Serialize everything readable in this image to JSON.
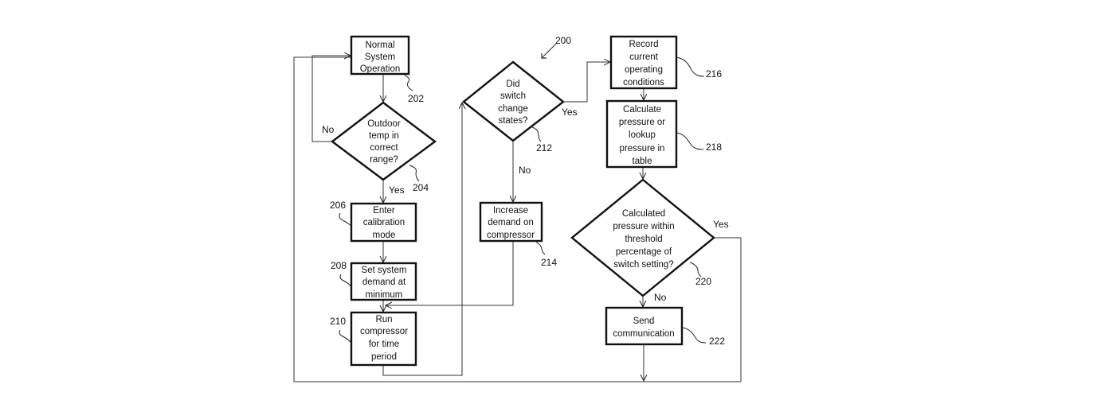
{
  "figure": {
    "number": "200",
    "nodes": [
      {
        "id": "202",
        "type": "process",
        "lines": [
          "Normal",
          "System",
          "Operation"
        ]
      },
      {
        "id": "204",
        "type": "decision",
        "lines": [
          "Outdoor",
          "temp in",
          "correct",
          "range?"
        ]
      },
      {
        "id": "206",
        "type": "process",
        "lines": [
          "Enter",
          "calibration",
          "mode"
        ]
      },
      {
        "id": "208",
        "type": "process",
        "lines": [
          "Set system",
          "demand at",
          "minimum"
        ]
      },
      {
        "id": "210",
        "type": "process",
        "lines": [
          "Run",
          "compressor",
          "for time",
          "period"
        ]
      },
      {
        "id": "212",
        "type": "decision",
        "lines": [
          "Did",
          "switch",
          "change",
          "states?"
        ]
      },
      {
        "id": "214",
        "type": "process",
        "lines": [
          "Increase",
          "demand on",
          "compressor"
        ]
      },
      {
        "id": "216",
        "type": "process",
        "lines": [
          "Record",
          "current",
          "operating",
          "conditions"
        ]
      },
      {
        "id": "218",
        "type": "process",
        "lines": [
          "Calculate",
          "pressure or",
          "lookup",
          "pressure in",
          "table"
        ]
      },
      {
        "id": "220",
        "type": "decision",
        "lines": [
          "Calculated",
          "pressure within",
          "threshold",
          "percentage of",
          "switch setting?"
        ]
      },
      {
        "id": "222",
        "type": "process",
        "lines": [
          "Send",
          "communication"
        ]
      }
    ],
    "edges": [
      {
        "from": "202",
        "to": "204",
        "label": ""
      },
      {
        "from": "204",
        "to": "202",
        "label": "No"
      },
      {
        "from": "204",
        "to": "206",
        "label": "Yes"
      },
      {
        "from": "206",
        "to": "208",
        "label": ""
      },
      {
        "from": "208",
        "to": "210",
        "label": ""
      },
      {
        "from": "210",
        "to": "212",
        "label": ""
      },
      {
        "from": "212",
        "to": "216",
        "label": "Yes"
      },
      {
        "from": "212",
        "to": "214",
        "label": "No"
      },
      {
        "from": "214",
        "to": "210",
        "label": ""
      },
      {
        "from": "216",
        "to": "218",
        "label": ""
      },
      {
        "from": "218",
        "to": "220",
        "label": ""
      },
      {
        "from": "220",
        "to": "222",
        "label": "No"
      },
      {
        "from": "220",
        "to": "202",
        "label": "Yes"
      },
      {
        "from": "222",
        "to": "202",
        "label": ""
      }
    ],
    "labels": {
      "no_204": "No",
      "yes_204": "Yes",
      "yes_212": "Yes",
      "no_212": "No",
      "yes_220": "Yes",
      "no_220": "No"
    }
  }
}
